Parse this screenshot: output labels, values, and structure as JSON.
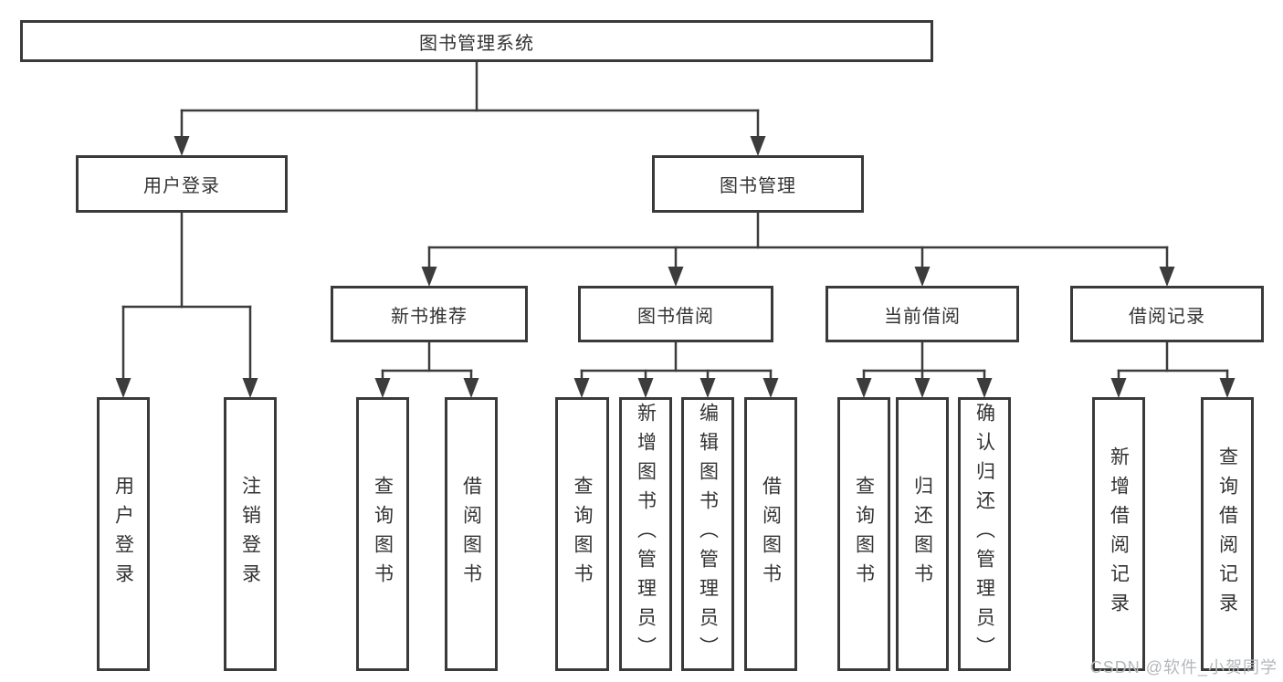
{
  "title": {
    "label": "图书管理系统"
  },
  "level2": {
    "user_login": {
      "label": "用户登录"
    },
    "book_mgmt": {
      "label": "图书管理"
    }
  },
  "level3": {
    "new_books": {
      "label": "新书推荐"
    },
    "borrowing": {
      "label": "图书借阅"
    },
    "current": {
      "label": "当前借阅"
    },
    "records": {
      "label": "借阅记录"
    }
  },
  "leaves": {
    "user_login": {
      "label": "用户登录"
    },
    "logout": {
      "label": "注销登录"
    },
    "nb_query": {
      "label": "查询图书"
    },
    "nb_borrow": {
      "label": "借阅图书"
    },
    "bb_query": {
      "label": "查询图书"
    },
    "bb_add": {
      "label": "新增图书（管理员）"
    },
    "bb_edit": {
      "label": "编辑图书（管理员）"
    },
    "bb_borrow": {
      "label": "借阅图书"
    },
    "cb_query": {
      "label": "查询图书"
    },
    "cb_return": {
      "label": "归还图书"
    },
    "cb_confirm": {
      "label": "确认归还（管理员）"
    },
    "rec_add": {
      "label": "新增借阅记录"
    },
    "rec_query": {
      "label": "查询借阅记录"
    }
  },
  "watermark": {
    "text": "CSDN @软件_小贺同学"
  },
  "colors": {
    "line": "#3c3c3c",
    "border": "#3a3a3a",
    "text": "#333333",
    "watermark": "#b5b8bb",
    "background": "#ffffff"
  }
}
